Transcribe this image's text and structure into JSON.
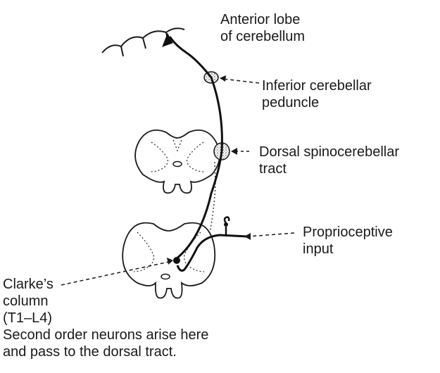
{
  "labels": {
    "anterior_lobe": [
      "Anterior lobe",
      "of cerebellum"
    ],
    "inferior_peduncle": [
      "Inferior cerebellar",
      "peduncle"
    ],
    "dorsal_tract": [
      "Dorsal spinocerebellar",
      "tract"
    ],
    "proprioceptive": [
      "Proprioceptive",
      "input"
    ],
    "clarkes": [
      "Clarke’s",
      "column",
      "(T1–L4)"
    ],
    "caption": [
      "Second order neurons arise here",
      "and pass to the dorsal tract."
    ]
  }
}
